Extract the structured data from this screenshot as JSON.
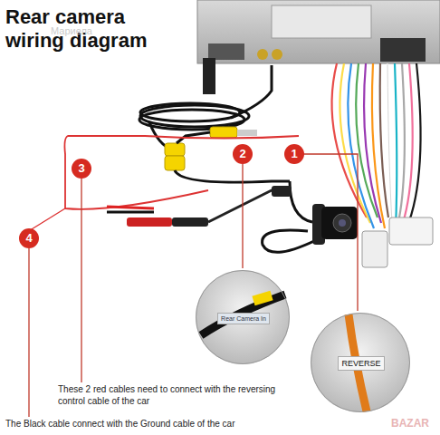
{
  "diagram": {
    "title": "Rear camera wiring diagram",
    "nodes": [
      {
        "text": [
          "Rear Camera In"
        ]
      },
      {
        "text": [
          "REVERSE"
        ]
      }
    ],
    "labels": [
      "Мариела",
      "1",
      "2",
      "3",
      "4",
      "These 2 red cables need to connect with the reversing control cable of the car",
      "The Black cable connect with the Ground cable of the car",
      "BAZAR"
    ]
  }
}
